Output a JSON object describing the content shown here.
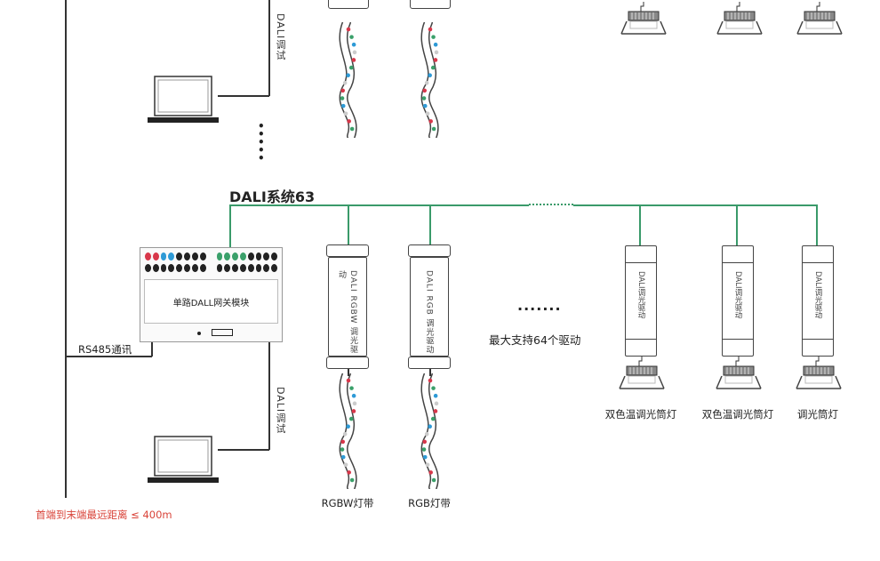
{
  "system_title": "DALI系统63",
  "gateway": {
    "label": "单路DALL网关模块",
    "top_leds": [
      "#d8374a",
      "#d8374a",
      "#2e9ad6",
      "#2e9ad6",
      "#222",
      "#222",
      "#222",
      "#222",
      "#3aa06a",
      "#3aa06a",
      "#3aa06a",
      "#3aa06a",
      "#222",
      "#222",
      "#222",
      "#222"
    ]
  },
  "rs485_label": "RS485通讯",
  "dali_debug_label": "DALI调试",
  "drivers": [
    {
      "text": "DALI RGBW 调光驱动",
      "output_label": "RGBW灯带"
    },
    {
      "text": "DALI RGB 调光驱动",
      "output_label": "RGB灯带"
    }
  ],
  "ellipsis": "·······",
  "max_drivers_label": "最大支持64个驱动",
  "dimming_drivers": [
    {
      "text": "DALI调光驱动",
      "output_label": "双色温调光筒灯"
    },
    {
      "text": "DALI调光驱动",
      "output_label": "双色温调光筒灯"
    },
    {
      "text": "DALI调光驱动",
      "output_label": "调光筒灯"
    }
  ],
  "distance_note": "首端到末端最远距离 ≤ 400m",
  "colors": {
    "bus": "#3a9a6a",
    "note": "#d9443a"
  }
}
